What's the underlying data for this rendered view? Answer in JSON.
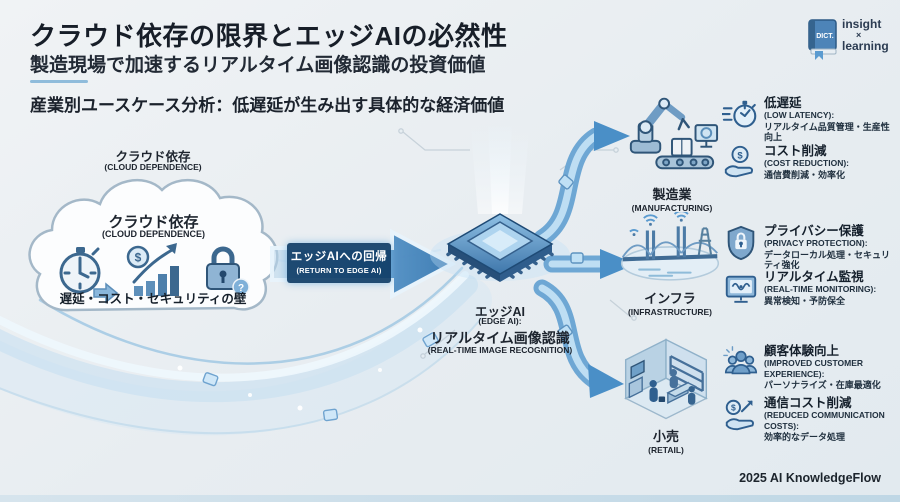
{
  "header": {
    "title": "クラウド依存の限界とエッジAIの必然性",
    "subtitle": "製造現場で加速するリアルタイム画像認識の投資価値",
    "section_title": "産業別ユースケース分析：低遅延が生み出す具体的な経済価値"
  },
  "logo": {
    "book_label": "DICT.",
    "line1": "insight",
    "line2": "×",
    "line3": "learning"
  },
  "cloud": {
    "top_label_jp": "クラウド依存",
    "top_label_en": "(CLOUD DEPENDENCE)",
    "inner_label_jp": "クラウド依存",
    "inner_label_en": "(CLOUD DEPENDENCE)",
    "caption": "遅延・コスト・セキュリティの壁"
  },
  "transition_arrow": {
    "label_jp": "エッジAIへの回帰",
    "label_en": "(RETURN TO EDGE AI)"
  },
  "edge_chip": {
    "label_jp": "エッジAI",
    "label_en": "(EDGE AI):",
    "label2_jp": "リアルタイム画像認識",
    "label2_en": "(REAL-TIME IMAGE RECOGNITION)"
  },
  "industries": [
    {
      "icon": "robot-arm",
      "jp": "製造業",
      "en": "(MANUFACTURING)"
    },
    {
      "icon": "bridge-infrastructure",
      "jp": "インフラ",
      "en": "(INFRASTRUCTURE)"
    },
    {
      "icon": "retail-store",
      "jp": "小売",
      "en": "(RETAIL)"
    }
  ],
  "benefits": [
    {
      "icon": "stopwatch-speed",
      "jp": "低遅延",
      "en": "(LOW LATENCY):",
      "desc": "リアルタイム品質管理・生産性向上"
    },
    {
      "icon": "hand-coin",
      "jp": "コスト削減",
      "en": "(COST REDUCTION):",
      "desc": "通信費削減・効率化"
    },
    {
      "icon": "shield-lock",
      "jp": "プライバシー保護",
      "en": "(PRIVACY PROTECTION):",
      "desc": "データローカル処理・セキュリティ強化"
    },
    {
      "icon": "monitor-wave",
      "jp": "リアルタイム監視",
      "en": "(REAL-TIME MONITORING):",
      "desc": "異常検知・予防保全"
    },
    {
      "icon": "customer-group",
      "jp": "顧客体験向上",
      "en": "(IMPROVED CUSTOMER EXPERIENCE):",
      "desc": "パーソナライズ・在庫最適化"
    },
    {
      "icon": "coin-growth-hand",
      "jp": "通信コスト削減",
      "en": "(REDUCED COMMUNICATION COSTS):",
      "desc": "効率的なデータ処理"
    }
  ],
  "glyphs": {
    "dollar": "$",
    "question": "?"
  },
  "footer": {
    "credit": "2025 AI KnowledgeFlow"
  },
  "colors": {
    "background": "#e9eef2",
    "ink": "#1d242e",
    "accent_dark": "#1d4e7c",
    "accent": "#4a8fc7",
    "accent_light": "#a9d0ec",
    "band_navy": "#113e68"
  }
}
